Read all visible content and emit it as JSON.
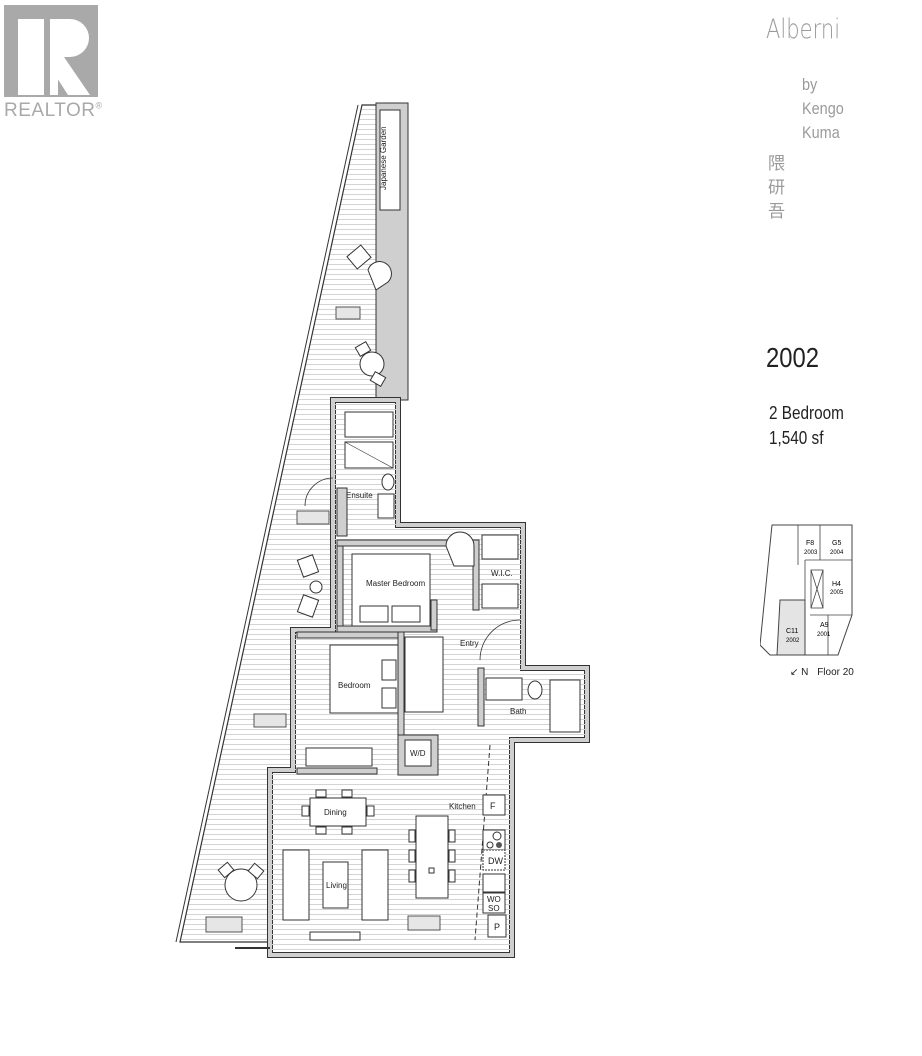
{
  "logo": {
    "text": "REALTOR",
    "mark": "®"
  },
  "header": {
    "project": "Alberni",
    "by": "by",
    "architect_first": "Kengo",
    "architect_last": "Kuma",
    "kanji": [
      "隈",
      "研",
      "吾"
    ]
  },
  "unit": {
    "number": "2002",
    "type": "2 Bedroom",
    "area": "1,540 sf"
  },
  "rooms": {
    "japanese_garden": "Japanese Garden",
    "ensuite": "Ensuite",
    "master_bedroom": "Master Bedroom",
    "wic": "W.I.C.",
    "entry": "Entry",
    "bedroom": "Bedroom",
    "bath": "Bath",
    "wd": "W/D",
    "dining": "Dining",
    "kitchen": "Kitchen",
    "living": "Living",
    "fridge": "F",
    "dishwasher": "DW",
    "wall_oven": "WO",
    "steam_oven": "SO",
    "pantry": "P"
  },
  "keyplan": {
    "units": [
      {
        "code": "F8",
        "number": "2003"
      },
      {
        "code": "G5",
        "number": "2004"
      },
      {
        "code": "H4",
        "number": "2005"
      },
      {
        "code": "A9",
        "number": "2001"
      },
      {
        "code": "C11",
        "number": "2002",
        "highlighted": true
      }
    ],
    "north": "N",
    "north_arrow": "↙",
    "floor": "Floor 20"
  },
  "colors": {
    "wall": "#cfcfcf",
    "line": "#222222",
    "muted": "#9a9a9a",
    "highlight": "#e4e4e4"
  }
}
